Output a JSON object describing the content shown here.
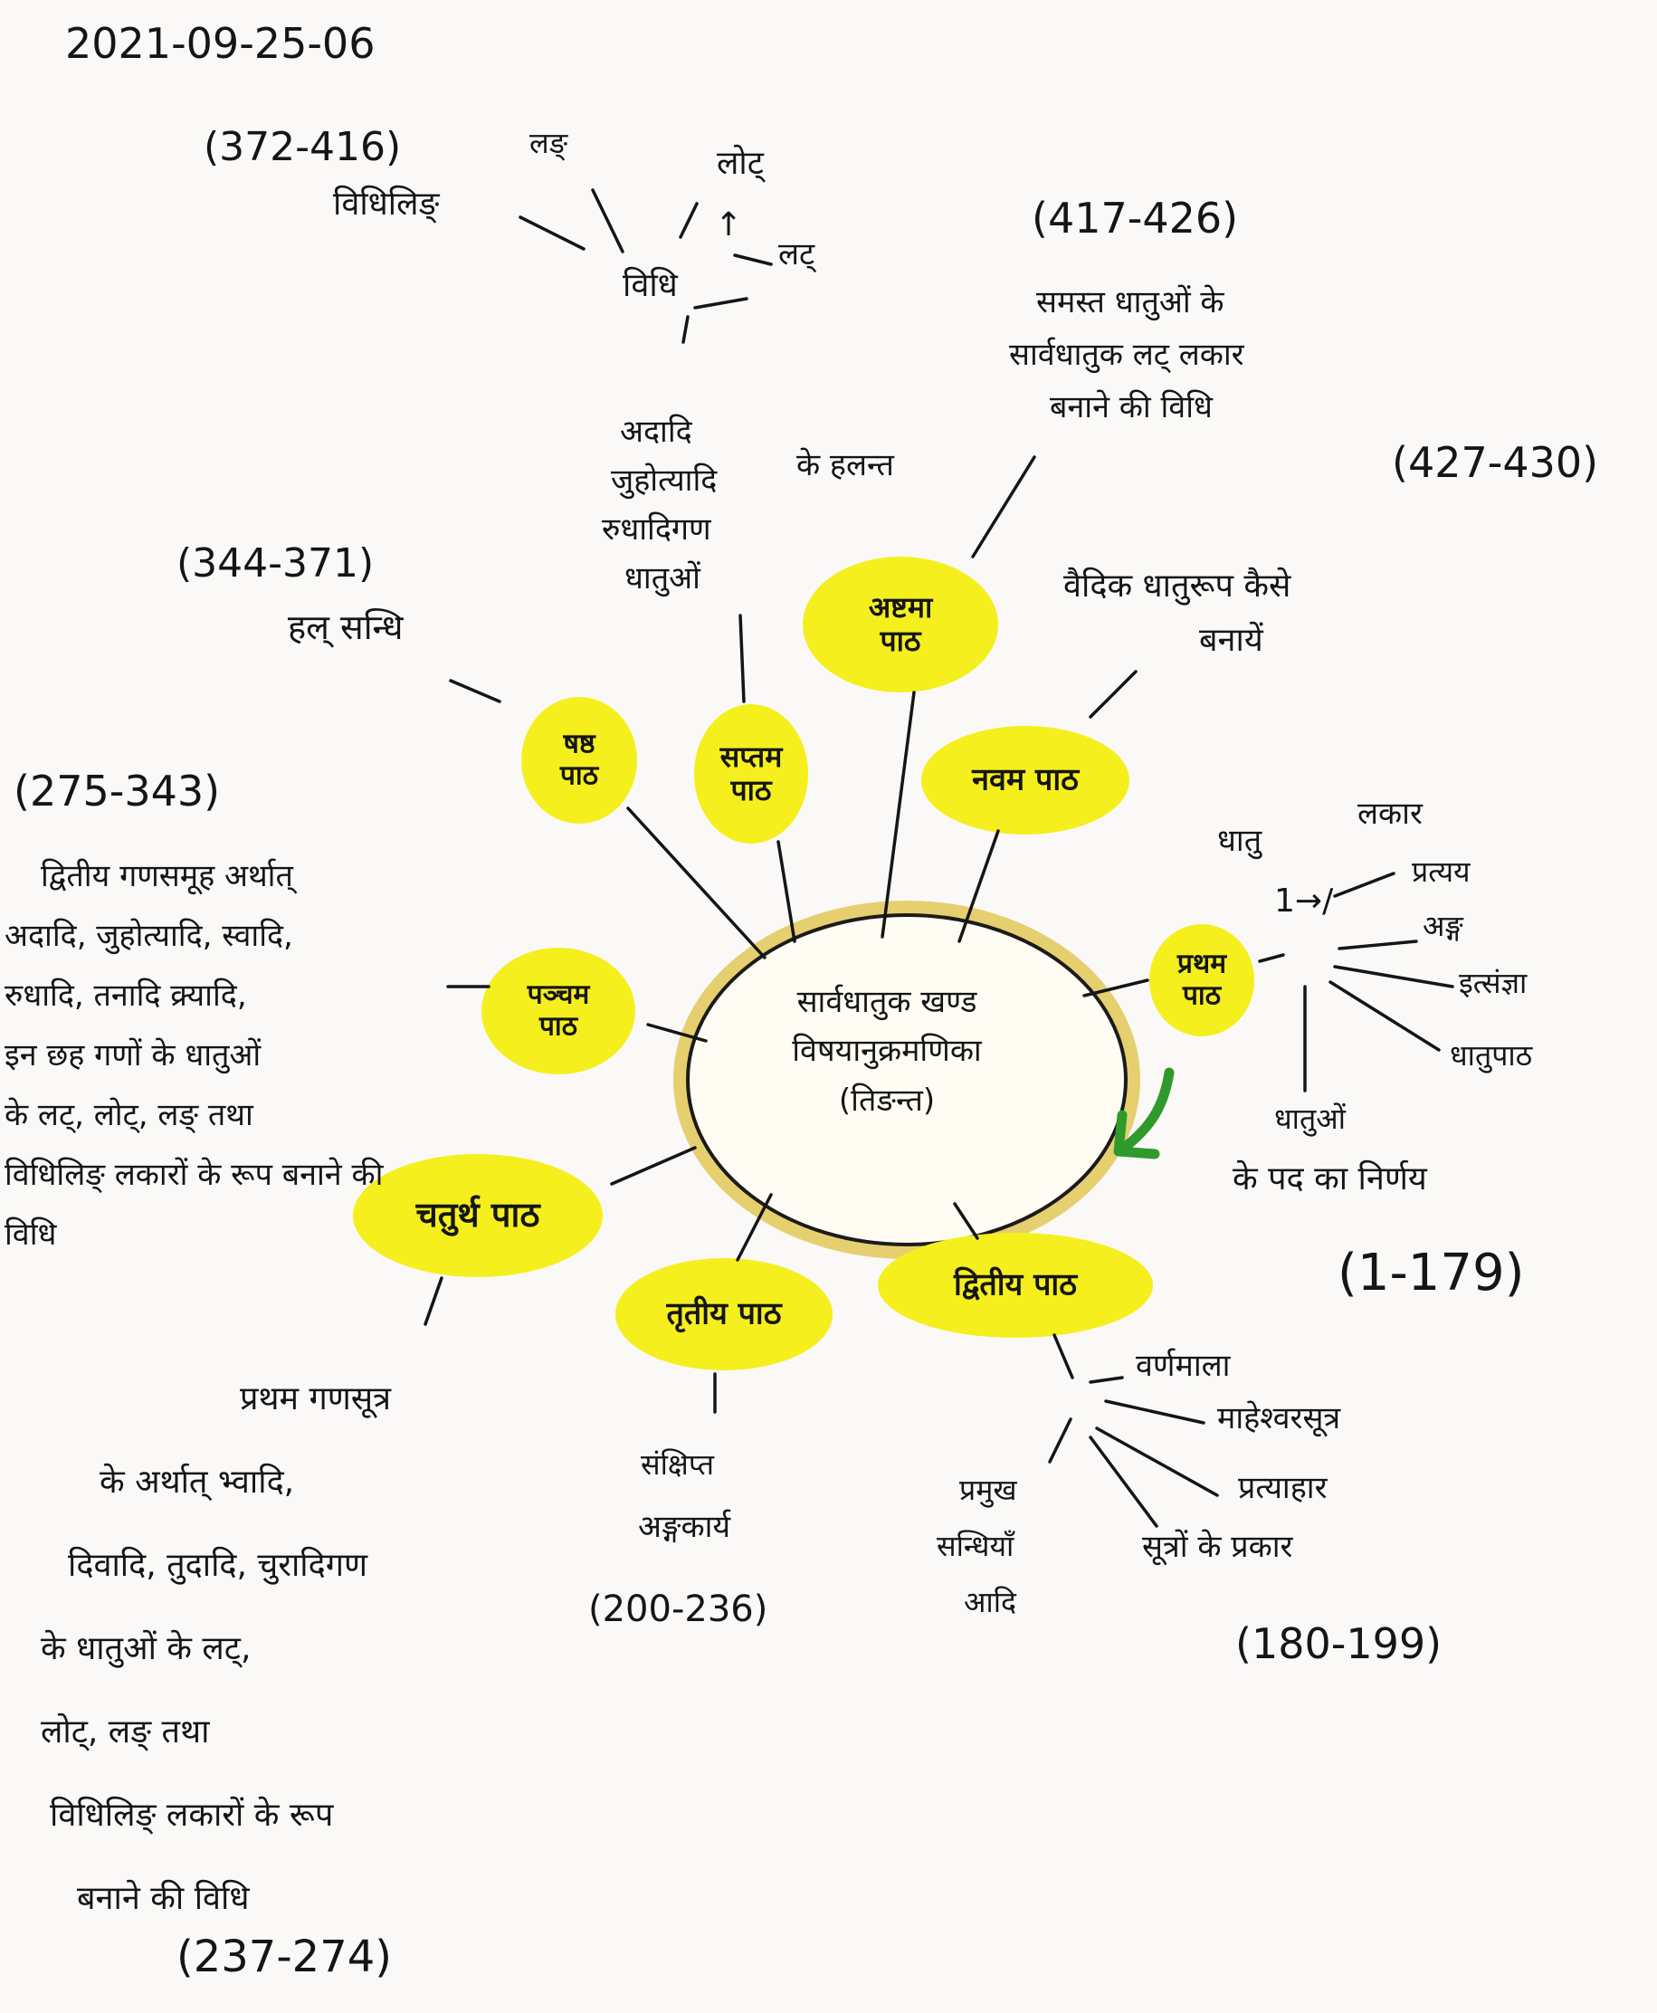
{
  "date": "2021-09-25-06",
  "center": {
    "line1": "सार्वधातुक खण्ड",
    "line2": "विषयानुक्रमणिका",
    "line3": "(तिङन्त)"
  },
  "blobs": {
    "prathama": [
      "प्रथम",
      "पाठ"
    ],
    "dvitiya": "द्वितीय पाठ",
    "tritiya": "तृतीय पाठ",
    "chaturtha": "चतुर्थ पाठ",
    "panchama": [
      "पञ्चम",
      "पाठ"
    ],
    "shashtha": [
      "षष्ठ",
      "पाठ"
    ],
    "saptama": [
      "सप्तम",
      "पाठ"
    ],
    "ashtama": [
      "अष्टमा",
      "पाठ"
    ],
    "navama": "नवम पाठ"
  },
  "prathama_topics": {
    "dhatu": "धातु",
    "lakara": "लकार",
    "arrow": "1→/",
    "items": [
      "प्रत्यय",
      "अङ्ग",
      "इत्संज्ञा",
      "धातुपाठ"
    ],
    "pada": [
      "धातुओं",
      "के पद का निर्णय"
    ],
    "range": "(1-179)"
  },
  "dvitiya_topics": {
    "items": [
      "वर्णमाला",
      "माहेश्वरसूत्र",
      "प्रत्याहार",
      "सूत्रों के प्रकार"
    ],
    "sandhi": [
      "प्रमुख",
      "सन्धियाँ",
      "आदि"
    ],
    "range": "(180-199)"
  },
  "tritiya_topics": {
    "lines": [
      "संक्षिप्त",
      "अङ्गकार्य"
    ],
    "range": "(200-236)"
  },
  "chaturtha_topics": {
    "lines": [
      "प्रथम गणसूत्र",
      "के अर्थात् भ्वादि,",
      "दिवादि, तुदादि, चुरादिगण",
      "के धातुओं के लट्,",
      "लोट्, लङ् तथा",
      "विधिलिङ् लकारों के रूप",
      "बनाने की विधि"
    ],
    "range": "(237-274)"
  },
  "panchama_topics": {
    "range": "(275-343)",
    "lines": [
      "द्वितीय गणसमूह अर्थात्",
      "अदादि, जुहोत्यादि, स्वादि,",
      "रुधादि, तनादि क्र्यादि,",
      "इन छह गणों के धातुओं",
      "के लट्, लोट्, लङ् तथा",
      "विधिलिङ् लकारों के रूप बनाने की",
      "विधि"
    ]
  },
  "shashtha_topics": {
    "range": "(344-371)",
    "text": "हल् सन्धि"
  },
  "saptama_topics": {
    "range": "(372-416)",
    "vidhilin": "विधिलिङ्",
    "lang": "लङ्",
    "lot": "लोट्",
    "lat": "लट्",
    "vidhi": "विधि",
    "arrow_up": "↑",
    "lines": [
      "अदादि",
      "जुहोत्यादि",
      "रुधादिगण",
      "धातुओं"
    ],
    "suffix": "के हलन्त"
  },
  "ashtama_topics": {
    "range": "(417-426)",
    "lines": [
      "समस्त धातुओं के",
      "सार्वधातुक लट् लकार",
      "बनाने की विधि"
    ]
  },
  "navama_topics": {
    "range": "(427-430)",
    "lines": [
      "वैदिक धातुरूप कैसे",
      "बनायें"
    ]
  },
  "colors": {
    "blob": "#f5ef1e",
    "center_ring": "#d9be55",
    "center_fill": "#fff9dc",
    "ink": "#151515",
    "arrow": "#2f9a2b"
  }
}
